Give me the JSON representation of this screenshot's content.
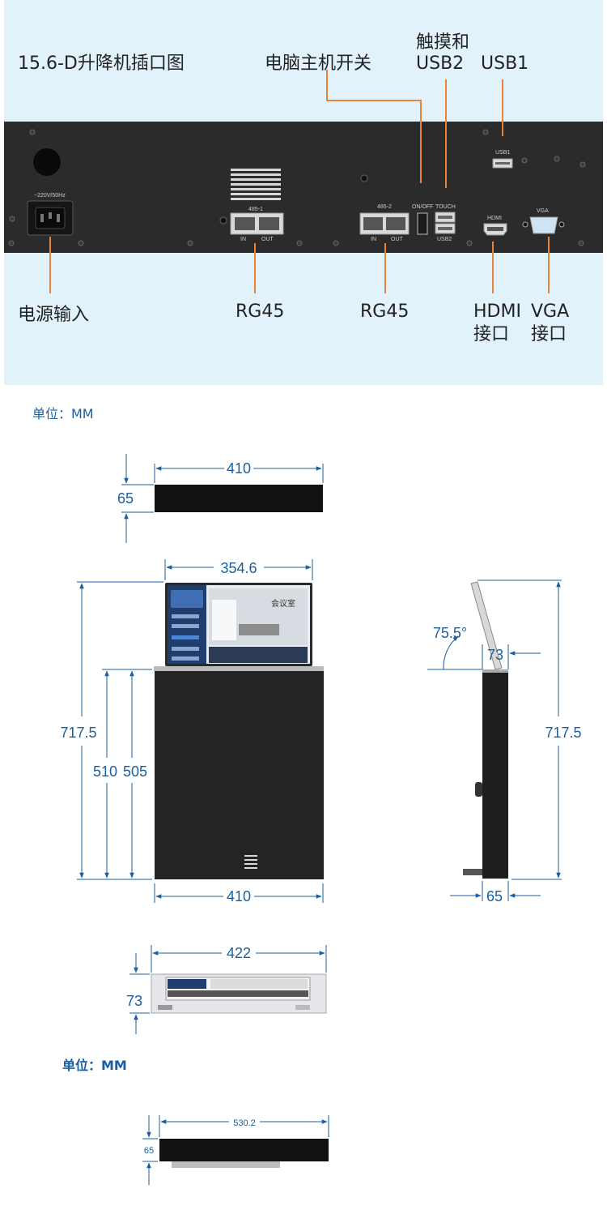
{
  "header": {
    "title": "15.6-D升降机插口图"
  },
  "callouts": {
    "power_switch": "电脑主机开关",
    "touch_usb2_line1": "触摸和",
    "touch_usb2_line2": "USB2",
    "usb1": "USB1",
    "power_input": "电源输入",
    "rg45_left": "RG45",
    "rg45_right": "RG45",
    "hdmi_line1": "HDMI",
    "hdmi_line2": "接口",
    "vga_line1": "VGA",
    "vga_line2": "接口"
  },
  "panel_labels": {
    "voltage": "~220V/50Hz",
    "port_485_1": "485-1",
    "port_485_2": "485-2",
    "in_1": "IN",
    "out_1": "OUT",
    "in_2": "IN",
    "out_2": "OUT",
    "onoff": "ON/OFF",
    "touch": "TOUCH",
    "usb2": "USB2",
    "usb1": "USB1",
    "hdmi": "HDMI",
    "vga": "VGA"
  },
  "units": {
    "unit_1": "单位：MM",
    "unit_2": "单位：MM"
  },
  "screen": {
    "room_label": "会议室"
  },
  "dimensions": {
    "top_view_width": "410",
    "top_view_height": "65",
    "front_screen_width": "354.6",
    "front_total_height": "717.5",
    "front_body_height_outer": "510",
    "front_body_height_inner": "505",
    "front_body_width": "410",
    "side_angle": "75.5°",
    "side_top_depth": "73",
    "side_total_height": "717.5",
    "side_bottom_depth": "65",
    "plan_width": "422",
    "plan_height": "73",
    "bottom_width": "530.2",
    "bottom_height": "65"
  },
  "colors": {
    "panel_bg": "#e2f2fb",
    "leader_orange": "#e8833a",
    "dimension_blue": "#1a5fa0",
    "device_dark": "#2b2b2b"
  }
}
